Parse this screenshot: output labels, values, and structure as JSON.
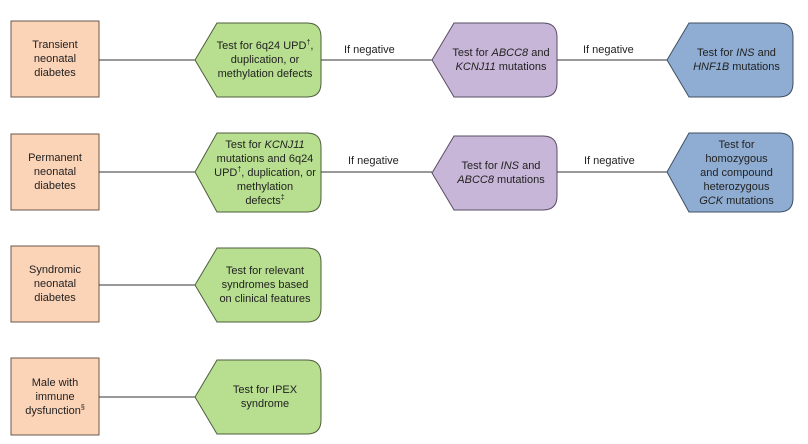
{
  "colors": {
    "condition_fill": "#fbd3b7",
    "condition_stroke": "#6b5a4e",
    "test_fill": "#b7df8f",
    "test_stroke": "#4e5e3d",
    "secondary_fill": "#c8b6d8",
    "secondary_stroke": "#5a4d64",
    "tertiary_fill": "#8fadd2",
    "tertiary_stroke": "#3f4f63",
    "line": "#333333"
  },
  "rows": [
    {
      "condition": [
        {
          "t": "Transient",
          "br": true
        },
        {
          "t": "neonatal",
          "br": true
        },
        {
          "t": "diabetes"
        }
      ],
      "test1": [
        {
          "t": "Test for 6q24 UPD"
        },
        {
          "t": "†",
          "sup": true
        },
        {
          "t": ",",
          "br": true
        },
        {
          "t": "duplication, or",
          "br": true
        },
        {
          "t": "methylation defects"
        }
      ],
      "edge1": "If negative",
      "test2": [
        {
          "t": "Test for "
        },
        {
          "t": "ABCC8",
          "i": true
        },
        {
          "t": " and",
          "br": true
        },
        {
          "t": "KCNJ11",
          "i": true
        },
        {
          "t": " mutations"
        }
      ],
      "edge2": "If negative",
      "test3": [
        {
          "t": "Test for "
        },
        {
          "t": "INS",
          "i": true
        },
        {
          "t": " and",
          "br": true
        },
        {
          "t": "HNF1B",
          "i": true
        },
        {
          "t": " mutations"
        }
      ]
    },
    {
      "condition": [
        {
          "t": "Permanent",
          "br": true
        },
        {
          "t": "neonatal",
          "br": true
        },
        {
          "t": "diabetes"
        }
      ],
      "test1": [
        {
          "t": "Test for "
        },
        {
          "t": "KCNJ11",
          "i": true,
          "br": true
        },
        {
          "t": "mutations and 6q24",
          "br": true
        },
        {
          "t": "UPD"
        },
        {
          "t": "†",
          "sup": true
        },
        {
          "t": ", duplication, or",
          "br": true
        },
        {
          "t": "methylation",
          "br": true
        },
        {
          "t": "defects"
        },
        {
          "t": "‡",
          "sup": true
        }
      ],
      "edge1": "If negative",
      "test2": [
        {
          "t": "Test for "
        },
        {
          "t": "INS",
          "i": true
        },
        {
          "t": " and",
          "br": true
        },
        {
          "t": "ABCC8",
          "i": true
        },
        {
          "t": " mutations"
        }
      ],
      "edge2": "If negative",
      "test3": [
        {
          "t": "Test for",
          "br": true
        },
        {
          "t": "homozygous",
          "br": true
        },
        {
          "t": "and compound",
          "br": true
        },
        {
          "t": "heterozygous",
          "br": true
        },
        {
          "t": "GCK",
          "i": true
        },
        {
          "t": " mutations"
        }
      ]
    },
    {
      "condition": [
        {
          "t": "Syndromic",
          "br": true
        },
        {
          "t": "neonatal",
          "br": true
        },
        {
          "t": "diabetes"
        }
      ],
      "test1": [
        {
          "t": "Test for relevant",
          "br": true
        },
        {
          "t": "syndromes based",
          "br": true
        },
        {
          "t": "on clinical features"
        }
      ]
    },
    {
      "condition": [
        {
          "t": "Male with",
          "br": true
        },
        {
          "t": "immune",
          "br": true
        },
        {
          "t": "dysfunction"
        },
        {
          "t": "§",
          "sup": true
        }
      ],
      "test1": [
        {
          "t": "Test for IPEX",
          "br": true
        },
        {
          "t": "syndrome"
        }
      ]
    }
  ]
}
